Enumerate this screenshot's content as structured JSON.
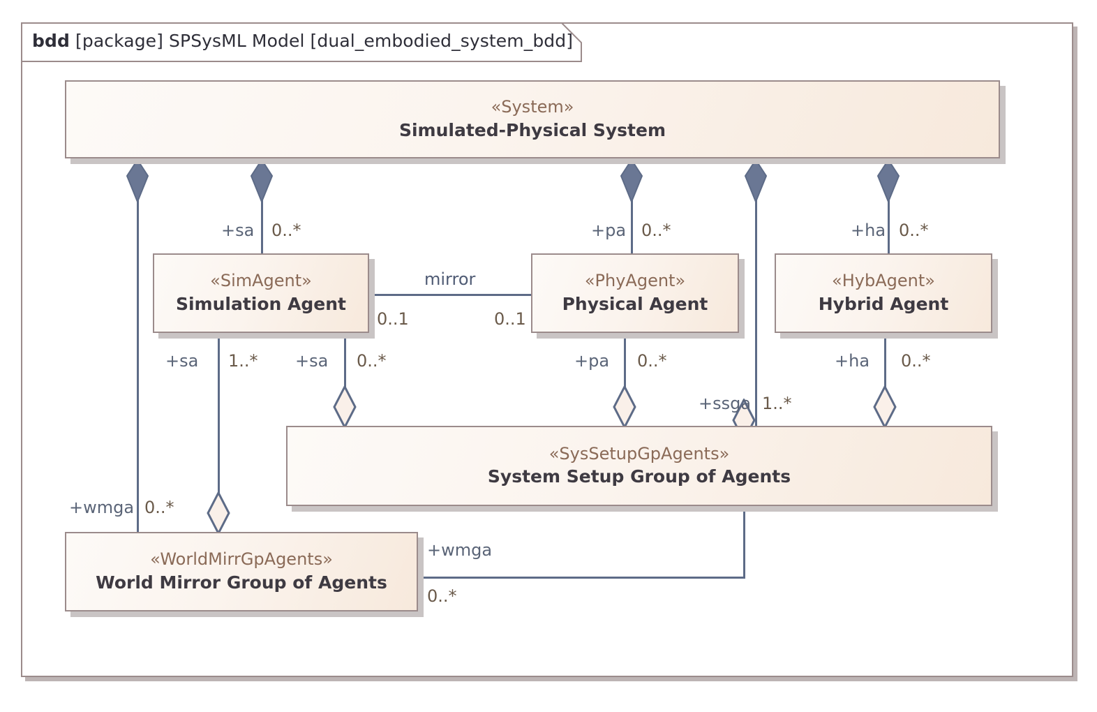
{
  "diagram": {
    "kind": "bdd",
    "header_type": "[package]",
    "model_name": "SPSysML Model",
    "diagram_name": "[dual_embodied_system_bdd]",
    "colors": {
      "block_border": "#9b8b8b",
      "block_fill_light": "#fdfaf7",
      "block_fill_dark": "#f7e9dc",
      "connector": "#5d6b87",
      "stereotype_text": "#8a6a57",
      "name_text": "#3e3a42",
      "frame_border": "#9b8b8b",
      "composition_diamond": "#6a7794",
      "aggregation_diamond": "#f7eee8"
    }
  },
  "blocks": [
    {
      "id": "system",
      "stereotype": "«System»",
      "name": "Simulated-Physical System"
    },
    {
      "id": "simagent",
      "stereotype": "«SimAgent»",
      "name": "Simulation Agent"
    },
    {
      "id": "phyagent",
      "stereotype": "«PhyAgent»",
      "name": "Physical Agent"
    },
    {
      "id": "hybagent",
      "stereotype": "«HybAgent»",
      "name": "Hybrid Agent"
    },
    {
      "id": "syssetup",
      "stereotype": "«SysSetupGpAgents»",
      "name": "System Setup Group of Agents"
    },
    {
      "id": "worldmirr",
      "stereotype": "«WorldMirrGpAgents»",
      "name": "World Mirror Group of Agents"
    }
  ],
  "edge_labels": {
    "sys_sa_role": "+sa",
    "sys_sa_mult": "0..*",
    "sys_pa_role": "+pa",
    "sys_pa_mult": "0..*",
    "sys_ha_role": "+ha",
    "sys_ha_mult": "0..*",
    "mirror_name": "mirror",
    "mirror_left_mult": "0..1",
    "mirror_right_mult": "0..1",
    "wm_sa_role": "+sa",
    "wm_sa_mult": "1..*",
    "ss_sa_role": "+sa",
    "ss_sa_mult": "0..*",
    "ss_pa_role": "+pa",
    "ss_pa_mult": "0..*",
    "ss_ha_role": "+ha",
    "ss_ha_mult": "0..*",
    "sys_ssga_role": "+ssga",
    "sys_ssga_mult": "1..*",
    "sys_wmga_role": "+wmga",
    "sys_wmga_mult": "0..*",
    "ss_wmga_role": "+wmga",
    "ss_wmga_mult": "0..*"
  },
  "relationships": [
    {
      "from": "system",
      "to": "simagent",
      "type": "composition",
      "role": "+sa",
      "multiplicity": "0..*"
    },
    {
      "from": "system",
      "to": "phyagent",
      "type": "composition",
      "role": "+pa",
      "multiplicity": "0..*"
    },
    {
      "from": "system",
      "to": "hybagent",
      "type": "composition",
      "role": "+ha",
      "multiplicity": "0..*"
    },
    {
      "from": "system",
      "to": "syssetup",
      "type": "composition",
      "role": "+ssga",
      "multiplicity": "1..*"
    },
    {
      "from": "system",
      "to": "worldmirr",
      "type": "composition",
      "role": "+wmga",
      "multiplicity": "0..*"
    },
    {
      "from": "worldmirr",
      "to": "simagent",
      "type": "aggregation",
      "role": "+sa",
      "multiplicity": "1..*"
    },
    {
      "from": "syssetup",
      "to": "simagent",
      "type": "aggregation",
      "role": "+sa",
      "multiplicity": "0..*"
    },
    {
      "from": "syssetup",
      "to": "phyagent",
      "type": "aggregation",
      "role": "+pa",
      "multiplicity": "0..*"
    },
    {
      "from": "syssetup",
      "to": "hybagent",
      "type": "aggregation",
      "role": "+ha",
      "multiplicity": "0..*"
    },
    {
      "from": "syssetup",
      "to": "worldmirr",
      "type": "aggregation",
      "role": "+wmga",
      "multiplicity": "0..*"
    },
    {
      "from": "simagent",
      "to": "phyagent",
      "type": "association",
      "name": "mirror",
      "multiplicity_source": "0..1",
      "multiplicity_target": "0..1"
    }
  ]
}
